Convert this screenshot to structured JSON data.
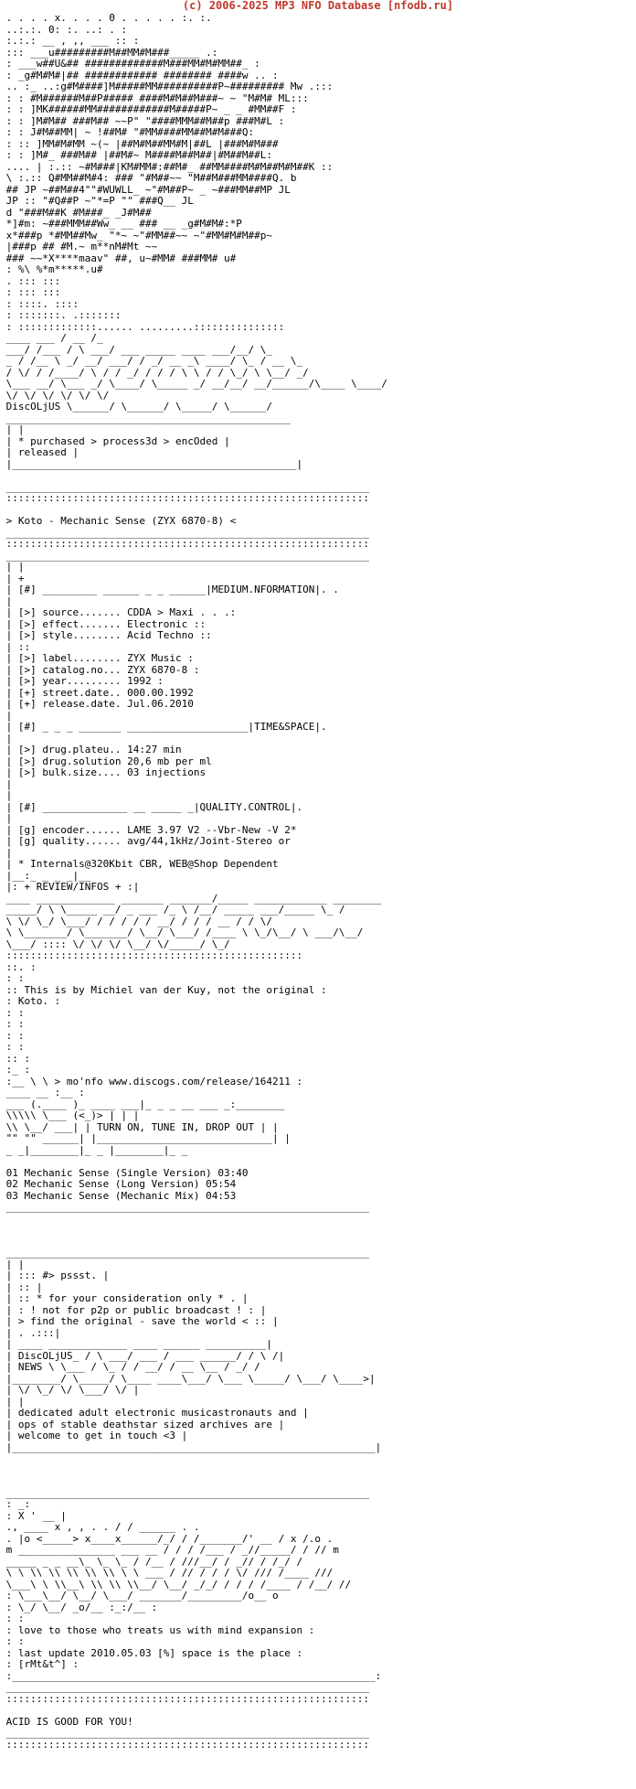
{
  "header": "(c) 2006-2025 MP3 NFO Database [nfodb.ru]",
  "colors": {
    "header": "#c0392b",
    "text": "#000000",
    "background": "#ffffff"
  },
  "lines": [
    " . . . . x. . . . 0 . . . . . :. :.",
    " ..:.:. 0: :. ..: . :",
    " :.:.: __ , ,, ___ :: :",
    " ::: ___u#########M##MM#M###_____ .:",
    " : ___w##U&## #############M###MM#M#MM##_ :",
    " : _g#M#M#|## ############ ######## ####w .. :",
    " .. :_ ..:g#M####]M#####MM##########P~######### Mw .:::",
    " : : #M######M##P##### ####M#M##M###~ ~ \"M#M# ML:::",
    " : : ]MK######MM############M#####P~ _ _ #MM##F :",
    " : : ]M#M## ###M## ~~P\" \"####MMM##M##p ###M#L :",
    " : : J#M##MM| ~ !##M# \"#MM####MM##M#M###Q:",
    " : :: ]MM#M#MM ~(~ |##M#M##MM#M|##L |###M#M###",
    " : : ]M#_ ###M## |##M#~ M####M##M##|#M##M##L:",
    " .... | :.:: ~#M###|KM#MM#:##M#_ ##MM####M#M##M#M##K ::",
    " \\ :.:: Q#MM##M#4: ### \"#M##~~ \"M##M###MM####Q. b",
    " ## JP ~##M##4\"\"#WUWLL_ ~\"#M##P~ _ ~###MM##MP JL",
    " JP :: \"#Q##P ~\"*=P \"\" ###Q__ JL",
    " d \"###M##K #M###_ _J#M##",
    " *]#m: ~###MMM##Ww_ __ ### __ _g#M#M#:*P",
    " x*###p *#MM##Mw_ \"*~ ~\"#MM##~~ ~\"#MM#M#M##p~",
    " |###p ## #M.~ m**nM#Mt ~~",
    " ### ~~*X****maav\" ##, u~#MM# ###MM# u#",
    " : %\\ %*m*****.u#",
    " . ::: :::",
    " : ::: :::",
    " : ::::. ::::",
    " : :::::::. .:::::::",
    " : :::::::::::::...... .........:::::::::::::::",
    " ____ ___ / __ /_",
    " ___/ /___ / \\ ___/ ___ _____ ____ ___/__/ \\_",
    " _ / /__ \\ _/ __/ ___/ / _/ __ _\\ ____/ \\_ / __ \\_",
    " / \\/ / /____/ \\ / / _/ / / / \\ \\ / / \\_/ \\ \\__/ _/",
    " \\___ __/ \\___ _/ \\____/ \\_____ _/ __/__/ __/______/\\____ \\____/",
    " \\/ \\/ \\/ \\/ \\/ \\/",
    " DiscOLjUS \\______/ \\______/ \\_____/ \\______/",
    " _______________________________________________",
    " | |",
    " | * purchased > process3d > encOded |",
    " | released |",
    " |_______________________________________________|",
    "",
    " ____________________________________________________________",
    " ::::::::::::::::::::::::::::::::::::::::::::::::::::::::::::",
    "",
    " > Koto - Mechanic Sense (ZYX 6870-8) <",
    " ____________________________________________________________",
    " ::::::::::::::::::::::::::::::::::::::::::::::::::::::::::::",
    " ____________________________________________________________",
    " | |",
    " | +",
    " | [#] _________ ______ _ _ ______|MEDIUM.NFORMATION|. .",
    " |",
    " | [>] source....... CDDA > Maxi . . .:",
    " | [>] effect....... Electronic ::",
    " | [>] style........ Acid Techno ::",
    " | ::",
    " | [>] label........ ZYX Music :",
    " | [>] catalog.no... ZYX 6870-8 :",
    " | [>] year......... 1992 :",
    " | [+] street.date.. 000.00.1992",
    " | [+] release.date. Jul.06.2010",
    " |",
    " | [#] _ _ _ _______ ____________________|TIME&SPACE|.",
    " |",
    " | [>] drug.plateu.. 14:27 min",
    " | [>] drug.solution 20,6 mb per ml",
    " | [>] bulk.size.... 03 injections",
    " |",
    " |",
    " | [#] ______________ __ _____ _|QUALITY.CONTROL|.",
    " |",
    " | [g] encoder...... LAME 3.97 V2 --Vbr-New -V 2*",
    " | [g] quality...... avg/44,1kHz/Joint-Stereo or",
    " |",
    " | * Internals@320Kbit CBR, WEB@Shop Dependent",
    " |__:_ _ _ _|__",
    " |: + REVIEW/INFOS + :|",
    " ____ _____________ _______ _______/_____ ____________ ________",
    " _____/ \\ \\_____ __/ _ ___ /_ \\ /__/ _____ ___/_____ \\_ /",
    " \\ \\/ \\_/ \\___/ / / / / / __/ / / / __ / / \\/",
    " \\ \\_______/ \\_______/ \\__/ \\___/ /____ \\ \\_/\\__/ \\ ___/\\__/",
    " \\___/ :::: \\/ \\/ \\/ \\__/ \\/_____/ \\_/",
    " :::::::::::::::::::::::::::::::::::::::::::::::::",
    " ::. :",
    " : :",
    " :: This is by Michiel van der Kuy, not the original :",
    " : Koto. :",
    " : :",
    " : :",
    " : :",
    " : :",
    " :: :",
    " :_ :",
    " :__ \\ \\ > mo'nfo www.discogs.com/release/164211 :",
    " ____ __ :__ :",
    " ___ (.____ )_ ____ ___|_ _ _ __ ___ _:________",
    " \\\\\\\\\\ \\___ (<_)> | | |",
    " \\\\ \\__/ ___| | TURN ON, TUNE IN, DROP OUT | |",
    " \"\" \"\" ______| |_____________________________| |",
    " _ _|________|_ _ |________|_ _",
    "",
    " 01 Mechanic Sense (Single Version) 03:40",
    " 02 Mechanic Sense (Long Version) 05:54",
    " 03 Mechanic Sense (Mechanic Mix) 04:53",
    " ____________________________________________________________",
    "",
    "",
    "",
    " ____________________________________________________________",
    " | |",
    " | ::: #> pssst. |",
    " | :: |",
    " | :: * for your consideration only * . |",
    " | : ! not for p2p or public broadcast ! : |",
    " | > find the original - save the world < :: |",
    " | . .:::|",
    " | ____ _____________ ____ ______ __________|",
    " | DiscOLjUS_ / \\ ___/ ___ / ___ ______/ / \\ /|",
    " | NEWS \\ \\___ / \\_ / / __/ / __ \\__ / _/ /",
    " |________/ \\_____/ \\____ ____\\___/ \\___ \\_____/ \\___/ \\____>|",
    " | \\/ \\_/ \\/ \\___/ \\/ |",
    " | |",
    " | dedicated adult electronic musicastronauts and |",
    " | ops of stable deathstar sized archives are |",
    " | welcome to get in touch <3 |",
    " |____________________________________________________________|",
    "",
    "",
    "",
    " ____________________________________________________________",
    " : _:",
    " : X ' __ |",
    " ., ____ x , , . . / / ______ . .",
    " . |o <_____> x____x______/_/ / /_______/' __ / x /.o .",
    " m ________________ ___ __ / / / /___ / _//_____/ / // m",
    " _____ _ _ __\\_ \\_ \\_ / /__ / ///__/ / _// / /_/ /",
    " \\ \\ \\\\ \\\\ \\\\ \\\\ \\\\ \\ \\ ___ / // / / / \\/ /// /____ ///",
    " \\___\\ \\ \\\\__\\ \\\\ \\\\ \\\\__/ \\__/ _/_/ / / / /____ / /__/ //",
    " : \\___\\__/ \\__/ \\___/ _______/_________/o__ o",
    " : \\_/ \\__/ _o/__ :_:/__ :",
    " : :",
    " : love to those who treats us with mind expansion :",
    " : :",
    " : last update 2010.05.03 [%] space is the place :",
    " : [rMt&t^] :",
    " :____________________________________________________________:",
    " ____________________________________________________________",
    " ::::::::::::::::::::::::::::::::::::::::::::::::::::::::::::",
    "",
    " ACID IS GOOD FOR YOU!",
    " ____________________________________________________________",
    " ::::::::::::::::::::::::::::::::::::::::::::::::::::::::::::"
  ]
}
